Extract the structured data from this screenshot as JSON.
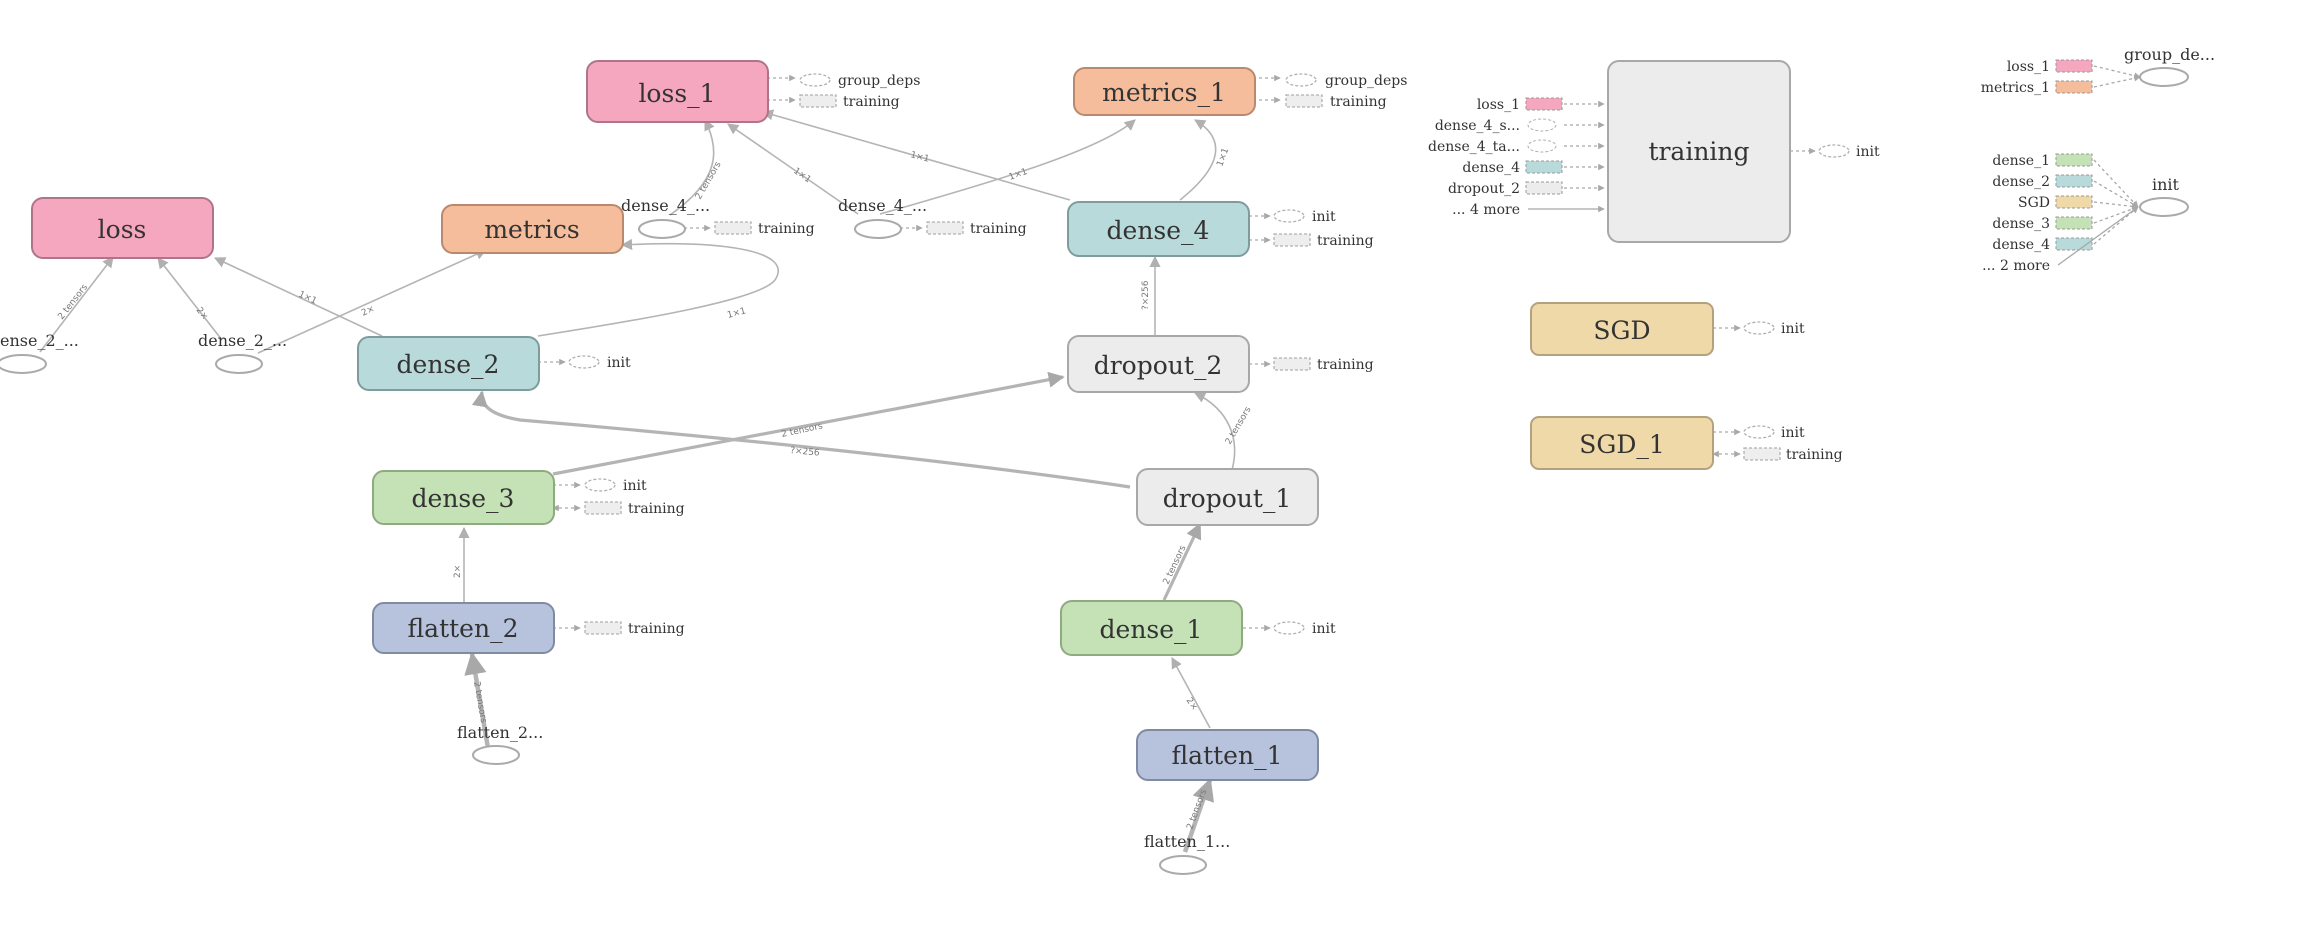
{
  "nodes": {
    "loss": {
      "label": "loss",
      "kind": "loss"
    },
    "loss_1": {
      "label": "loss_1",
      "kind": "loss"
    },
    "metrics": {
      "label": "metrics",
      "kind": "metrics"
    },
    "metrics_1": {
      "label": "metrics_1",
      "kind": "metrics"
    },
    "dense_2": {
      "label": "dense_2",
      "kind": "dense2"
    },
    "dense_4": {
      "label": "dense_4",
      "kind": "dense4"
    },
    "dropout_2": {
      "label": "dropout_2",
      "kind": "dropout"
    },
    "dropout_1": {
      "label": "dropout_1",
      "kind": "dropout"
    },
    "dense_3": {
      "label": "dense_3",
      "kind": "dense3"
    },
    "dense_1": {
      "label": "dense_1",
      "kind": "dense1"
    },
    "flatten_2": {
      "label": "flatten_2",
      "kind": "flatten"
    },
    "flatten_1": {
      "label": "flatten_1",
      "kind": "flatten"
    },
    "training": {
      "label": "training",
      "kind": "training"
    },
    "SGD": {
      "label": "SGD",
      "kind": "sgd"
    },
    "SGD_1": {
      "label": "SGD_1",
      "kind": "sgd"
    }
  },
  "ellipse_labels": {
    "dense_2_a": "ense_2_...",
    "dense_2_b": "dense_2_...",
    "dense_4_a": "dense_4_...",
    "dense_4_b": "dense_4_...",
    "flatten_2_in": "flatten_2...",
    "flatten_1_in": "flatten_1...",
    "group_deps": "group_de...",
    "init": "init"
  },
  "aux": {
    "group_deps": "group_deps",
    "training": "training",
    "init": "init"
  },
  "edge_labels": {
    "tensors2": "2 tensors",
    "shape_1x1": "1×1",
    "shape_2x": "2×",
    "shape_256": "?×256"
  },
  "training_inputs": [
    {
      "label": "loss_1",
      "color": "#f5a7bf"
    },
    {
      "label": "dense_4_s...",
      "color": "none"
    },
    {
      "label": "dense_4_ta...",
      "color": "none"
    },
    {
      "label": "dense_4",
      "color": "#b8dada"
    },
    {
      "label": "dropout_2",
      "color": "#ececec"
    },
    {
      "label": "... 4 more",
      "color": "arrow"
    }
  ],
  "group_deps_inputs": [
    {
      "label": "loss_1",
      "color": "#f5a7bf"
    },
    {
      "label": "metrics_1",
      "color": "#f5bd9c"
    }
  ],
  "init_inputs": [
    {
      "label": "dense_1",
      "color": "#c5e2b6"
    },
    {
      "label": "dense_2",
      "color": "#b8dada"
    },
    {
      "label": "SGD",
      "color": "#efd9a8"
    },
    {
      "label": "dense_3",
      "color": "#c5e2b6"
    },
    {
      "label": "dense_4",
      "color": "#b8dada"
    },
    {
      "label": "... 2 more",
      "color": "plain"
    }
  ],
  "colors": {
    "loss": "#f5a7bf",
    "metrics": "#f5bd9c",
    "dense": "#b8dada",
    "dense_green": "#c5e2b6",
    "dropout": "#ececec",
    "flatten": "#b7c3dd",
    "sgd": "#efd9a8",
    "edge": "#b4b4b4"
  }
}
